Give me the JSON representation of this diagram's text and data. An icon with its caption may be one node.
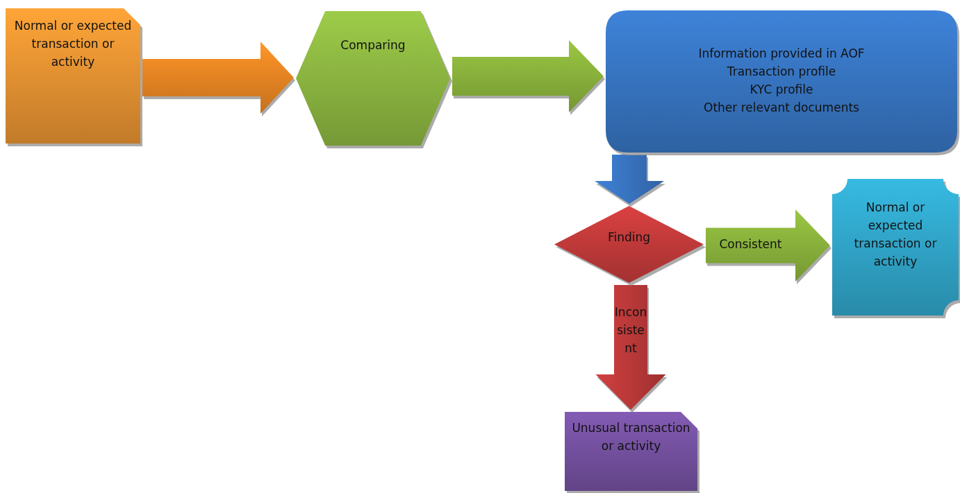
{
  "diagram": {
    "nodes": [
      {
        "text": [
          "Normal or expected transaction or activity"
        ]
      },
      {
        "text": [
          "Comparing"
        ]
      },
      {
        "text": [
          "Information provided in AOF",
          "Transaction profile",
          "KYC profile",
          "Other relevant documents"
        ]
      },
      {
        "text": [
          "Finding"
        ]
      },
      {
        "text": [
          "Normal or expected transaction or activity"
        ]
      },
      {
        "text": [
          "Unusual transaction or activity"
        ]
      }
    ],
    "edges": [
      {
        "from": 0,
        "to": 1,
        "arrow": "to",
        "color": "#f08a24"
      },
      {
        "from": 1,
        "to": 2,
        "arrow": "to"
      },
      {
        "from": 2,
        "to": 3,
        "arrow": "to",
        "color": "#3a78c8"
      },
      {
        "from": 3,
        "to": 4,
        "arrow": "to",
        "label": "Consistent"
      },
      {
        "from": 3,
        "to": 5,
        "arrow": "to",
        "label": "Inconsistent",
        "color": "#c23b3b"
      }
    ]
  }
}
